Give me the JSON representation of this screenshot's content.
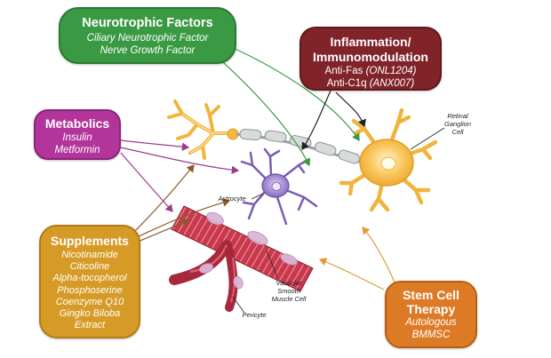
{
  "neurotrophic": {
    "title": "Neurotrophic Factors",
    "items": [
      "Ciliary Neurotrophic Factor",
      "Nerve Growth Factor"
    ]
  },
  "inflammation": {
    "title_line1": "Inflammation/",
    "title_line2": "Immunomodulation",
    "items": [
      {
        "name": "Anti-Fas",
        "code": "(ONL1204)"
      },
      {
        "name": "Anti-C1q",
        "code": "(ANX007)"
      }
    ]
  },
  "metabolics": {
    "title": "Metabolics",
    "items": [
      "Insulin",
      "Metformin"
    ]
  },
  "supplements": {
    "title": "Supplements",
    "items": [
      "Nicotinamide",
      "Citicoline",
      "Alpha-tocopherol",
      "Phosphoserine",
      "Coenzyme Q10",
      "Gingko Biloba",
      "Extract"
    ]
  },
  "stem_cell": {
    "title_line1": "Stem Cell",
    "title_line2": "Therapy",
    "items": [
      "Autologous",
      "BMMSC"
    ]
  },
  "labels": {
    "rgc_line1": "Retinal",
    "rgc_line2": "Ganglion",
    "rgc_line3": "Cell",
    "astrocyte": "Astrocyte",
    "vsmc_line1": "Vascular",
    "vsmc_line2": "Smooth",
    "vsmc_line3": "Muscle Cell",
    "pericyte": "Pericyte"
  },
  "colors": {
    "neurotrophic": "#3a9a43",
    "inflammation": "#80242a",
    "metabolics": "#b3359c",
    "supplements": "#d69b27",
    "stem_cell": "#dd7a26",
    "rgc_body": "#f7b843",
    "astrocyte_body": "#8f74c8",
    "vessel": "#c2364a"
  }
}
